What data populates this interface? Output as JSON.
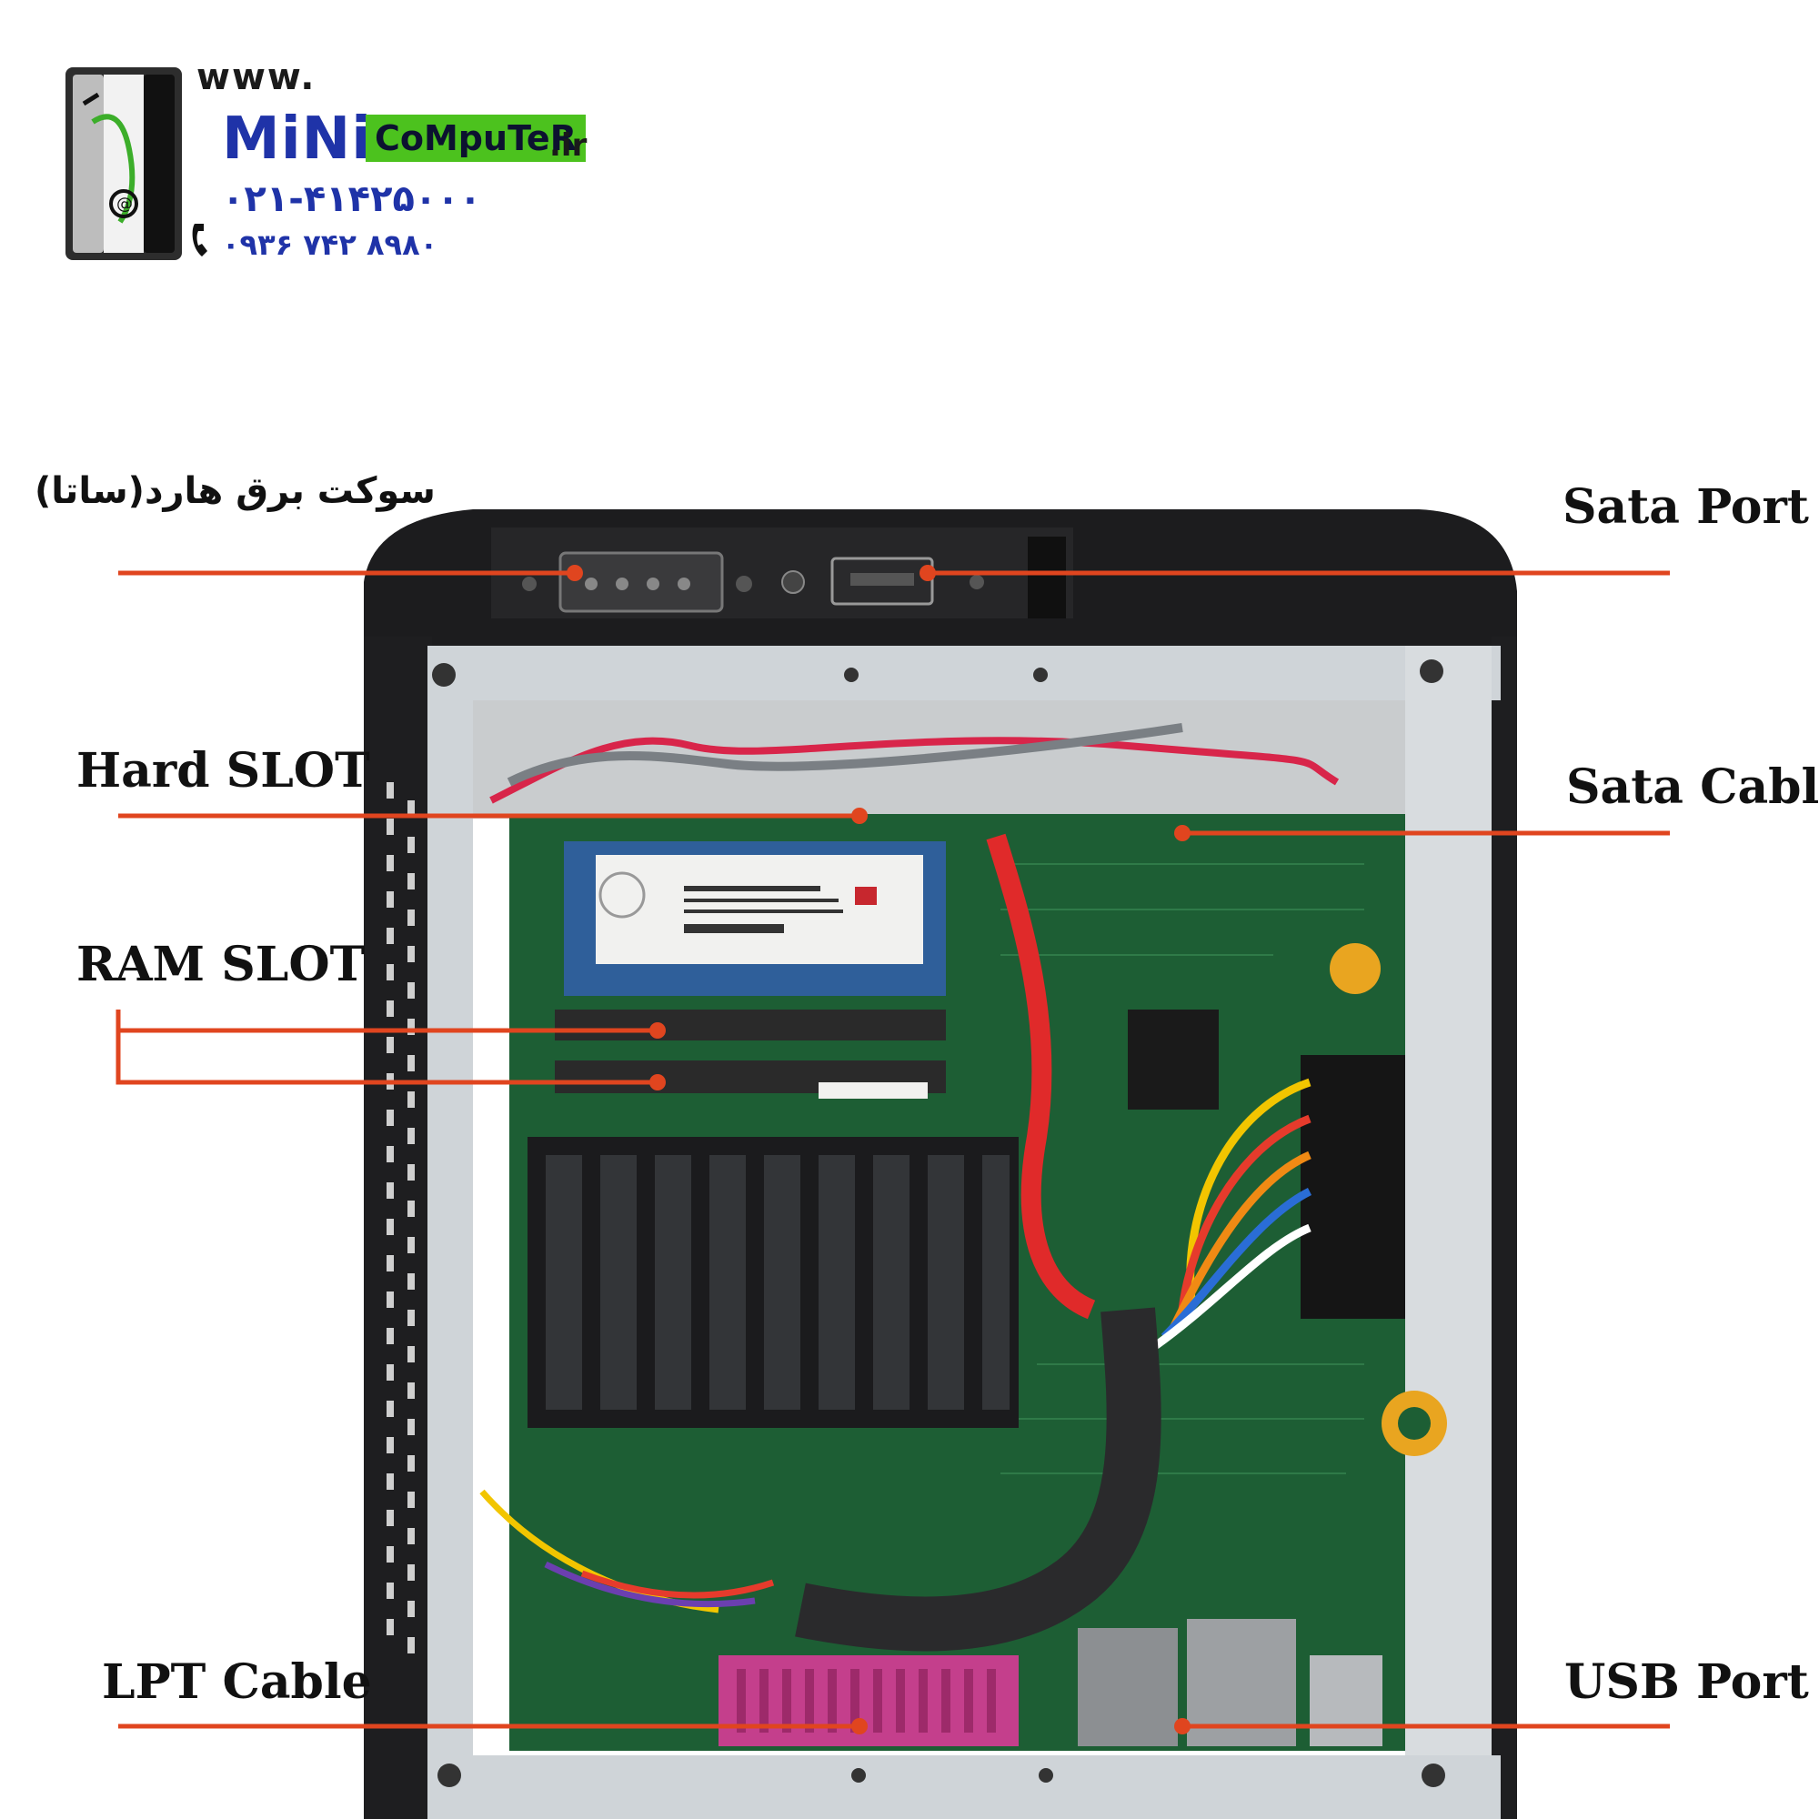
{
  "logo": {
    "www": "www.",
    "mini": "MiNi",
    "computer": "CoMpuTeR",
    "tld": ".ir",
    "phone_primary": "۰۲۱-۴۱۴۲۵۰۰۰",
    "phone_mobile": "۰۹۳۶ ۷۴۲ ۸۹۸۰",
    "colors": {
      "primary": "#1f33a8",
      "badge": "#4cc21e"
    }
  },
  "labels": {
    "hdd_power": "سوکت برق هارد(ساتا)",
    "sata_port": "Sata Port",
    "hard_slot": "Hard SLOT",
    "sata_cable": "Sata Cable",
    "ram_slot": "RAM SLOT",
    "lpt_cable": "LPT Cable",
    "usb_port": "USB Port"
  },
  "colors": {
    "leader_line": "#e0451f",
    "case": "#1c1c1e",
    "frame": "#cfd4d8",
    "pcb": "#1d5e34"
  }
}
